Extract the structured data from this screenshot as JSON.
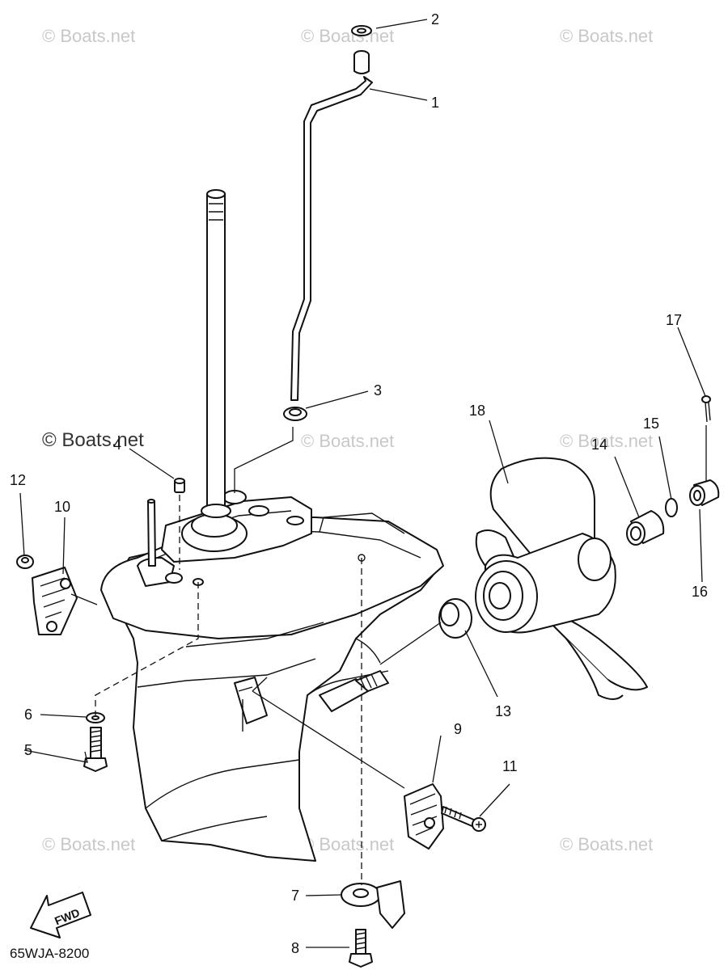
{
  "watermark": "© Boats.net",
  "diagram_code": "65WJA-8200",
  "fwd_label": "FWD",
  "callouts": [
    {
      "id": "1",
      "label": "1"
    },
    {
      "id": "2",
      "label": "2"
    },
    {
      "id": "3",
      "label": "3"
    },
    {
      "id": "4",
      "label": "4"
    },
    {
      "id": "5",
      "label": "5"
    },
    {
      "id": "6",
      "label": "6"
    },
    {
      "id": "7",
      "label": "7"
    },
    {
      "id": "8",
      "label": "8"
    },
    {
      "id": "9",
      "label": "9"
    },
    {
      "id": "10",
      "label": "10"
    },
    {
      "id": "11",
      "label": "11"
    },
    {
      "id": "12",
      "label": "12"
    },
    {
      "id": "13",
      "label": "13"
    },
    {
      "id": "14",
      "label": "14"
    },
    {
      "id": "15",
      "label": "15"
    },
    {
      "id": "16",
      "label": "16"
    },
    {
      "id": "17",
      "label": "17"
    },
    {
      "id": "18",
      "label": "18"
    }
  ]
}
